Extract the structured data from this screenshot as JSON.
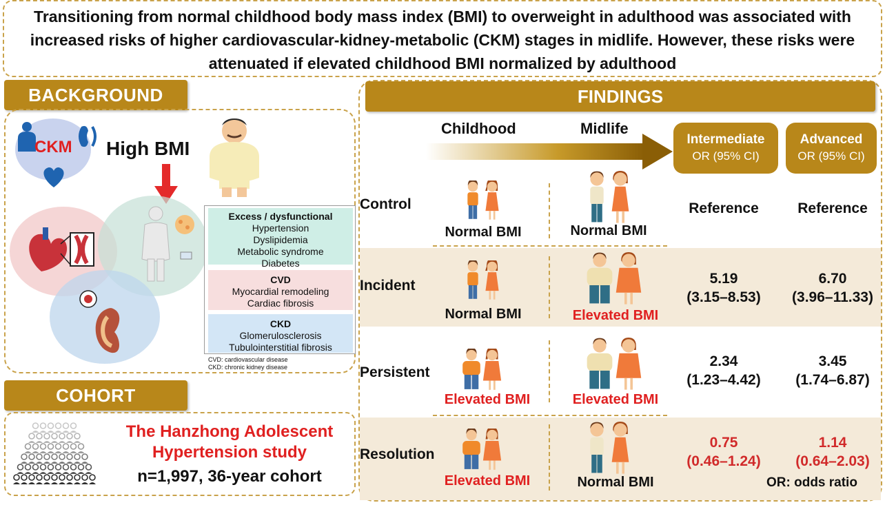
{
  "title": "Transitioning from normal childhood body mass index (BMI) to overweight in adulthood was associated with increased risks of higher cardiovascular-kidney-metabolic (CKM) stages in midlife. However, these risks were attenuated if elevated childhood BMI normalized by adulthood",
  "background": {
    "header": "BACKGROUND",
    "ckm_label": "CKM",
    "high_bmi": "High BMI",
    "boxes": {
      "metabolic": {
        "heading": "Excess / dysfunctional",
        "items": [
          "Hypertension",
          "Dyslipidemia",
          "Metabolic syndrome",
          "Diabetes"
        ]
      },
      "cvd": {
        "heading": "CVD",
        "items": [
          "Myocardial remodeling",
          "Cardiac fibrosis"
        ]
      },
      "ckd": {
        "heading": "CKD",
        "items": [
          "Glomerulosclerosis",
          "Tubulointerstitial fibrosis"
        ]
      }
    },
    "footnote_cvd": "CVD: cardiovascular disease",
    "footnote_ckd": "CKD: chronic kidney disease"
  },
  "cohort": {
    "header": "COHORT",
    "study_name_line1": "The Hanzhong Adolescent",
    "study_name_line2": "Hypertension study",
    "size": "n=1,997, 36-year cohort"
  },
  "findings": {
    "header": "FINDINGS",
    "col_childhood": "Childhood",
    "col_midlife": "Midlife",
    "col_intermediate": "Intermediate",
    "col_intermediate_sub": "OR (95% CI)",
    "col_advanced": "Advanced",
    "col_advanced_sub": "OR (95% CI)",
    "rows": [
      {
        "label": "Control",
        "child_bmi": "Normal BMI",
        "adult_bmi": "Normal BMI",
        "intermediate": "Reference",
        "intermediate_ci": "",
        "advanced": "Reference",
        "advanced_ci": ""
      },
      {
        "label": "Incident",
        "child_bmi": "Normal BMI",
        "adult_bmi": "Elevated BMI",
        "intermediate": "5.19",
        "intermediate_ci": "(3.15–8.53)",
        "advanced": "6.70",
        "advanced_ci": "(3.96–11.33)"
      },
      {
        "label": "Persistent",
        "child_bmi": "Elevated BMI",
        "adult_bmi": "Elevated BMI",
        "intermediate": "2.34",
        "intermediate_ci": "(1.23–4.42)",
        "advanced": "3.45",
        "advanced_ci": "(1.74–6.87)"
      },
      {
        "label": "Resolution",
        "child_bmi": "Elevated BMI",
        "adult_bmi": "Normal BMI",
        "intermediate": "0.75",
        "intermediate_ci": "(0.46–1.24)",
        "advanced": "1.14",
        "advanced_ci": "(0.64–2.03)"
      }
    ],
    "footnote": "OR: odds ratio"
  },
  "colors": {
    "gold": "#b8871a",
    "dash": "#c9a24a",
    "band": "#f4ead9",
    "red": "#e02020"
  }
}
